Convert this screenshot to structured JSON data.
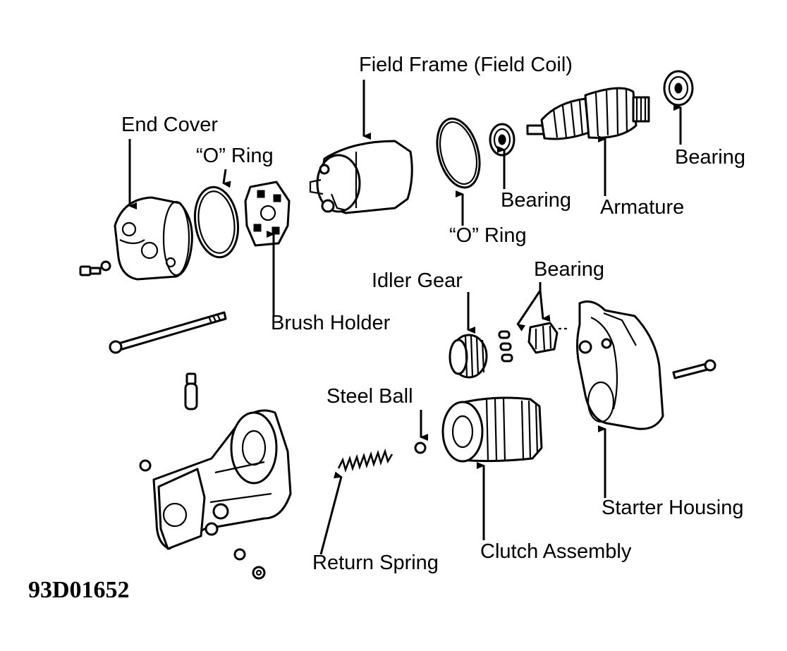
{
  "labels": {
    "field_frame": "Field Frame (Field Coil)",
    "end_cover": "End Cover",
    "o_ring_top": "“O” Ring",
    "o_ring_mid": "“O” Ring",
    "bearing_small": "Bearing",
    "bearing_right": "Bearing",
    "armature": "Armature",
    "idler_gear": "Idler Gear",
    "bearing_balls": "Bearing",
    "brush_holder": "Brush Holder",
    "steel_ball": "Steel Ball",
    "starter_housing": "Starter Housing",
    "return_spring": "Return Spring",
    "clutch_assembly": "Clutch Assembly"
  },
  "figure_code": "93D01652"
}
